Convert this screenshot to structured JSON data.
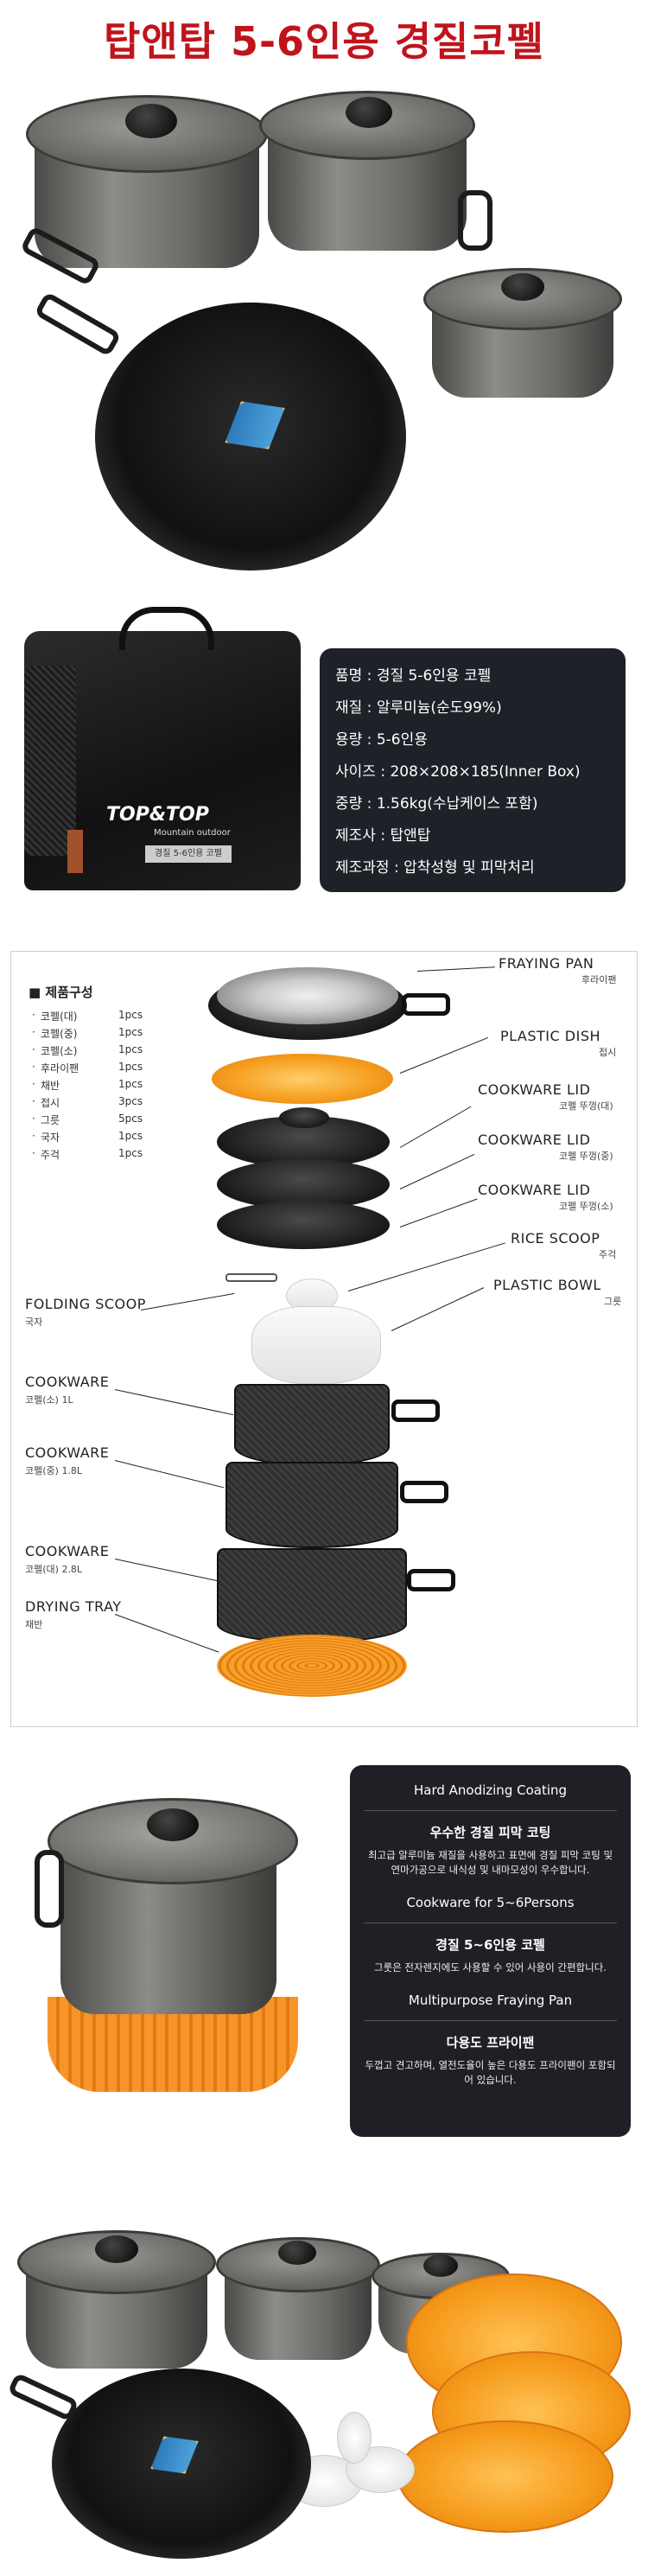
{
  "header": {
    "title": "탑앤탑 5-6인용 경질코펠"
  },
  "bag": {
    "logo": "TOP&TOP",
    "logo_sub": "Mountain outdoor",
    "label": "경질 5-6인용 코펠"
  },
  "specs": [
    "품명 : 경질 5-6인용 코펠",
    "재질 : 알루미늄(순도99%)",
    "용량 : 5-6인용",
    "사이즈 : 208×208×185(Inner Box)",
    "중량 : 1.56kg(수납케이스 포함)",
    "제조사 : 탑앤탑",
    "제조과정 : 압착성형 및 피막처리"
  ],
  "components": {
    "title": "■ 제품구성",
    "items": [
      {
        "bullet": "·",
        "name": "코펠(대)",
        "qty": "1pcs"
      },
      {
        "bullet": "·",
        "name": "코펠(중)",
        "qty": "1pcs"
      },
      {
        "bullet": "·",
        "name": "코펠(소)",
        "qty": "1pcs"
      },
      {
        "bullet": "·",
        "name": "후라이팬",
        "qty": "1pcs"
      },
      {
        "bullet": "·",
        "name": "채반",
        "qty": "1pcs"
      },
      {
        "bullet": "·",
        "name": "접시",
        "qty": "3pcs"
      },
      {
        "bullet": "·",
        "name": "그릇",
        "qty": "5pcs"
      },
      {
        "bullet": "·",
        "name": "국자",
        "qty": "1pcs"
      },
      {
        "bullet": "·",
        "name": "주걱",
        "qty": "1pcs"
      }
    ]
  },
  "callouts": {
    "frying_pan": {
      "title": "FRAYING PAN",
      "sub": "후라이팬"
    },
    "plastic_dish": {
      "title": "PLASTIC DISH",
      "sub": "접시"
    },
    "lid_large": {
      "title": "COOKWARE LID",
      "sub": "코펠 뚜껑(대)"
    },
    "lid_medium": {
      "title": "COOKWARE LID",
      "sub": "코펠 뚜껑(중)"
    },
    "lid_small": {
      "title": "COOKWARE LID",
      "sub": "코펠 뚜껑(소)"
    },
    "rice_scoop": {
      "title": "RICE SCOOP",
      "sub": "주걱"
    },
    "plastic_bowl": {
      "title": "PLASTIC BOWL",
      "sub": "그릇"
    },
    "folding_scoop": {
      "title": "FOLDING SCOOP",
      "sub": "국자"
    },
    "cookware_small": {
      "title": "COOKWARE",
      "sub": "코펠(소) 1L"
    },
    "cookware_medium": {
      "title": "COOKWARE",
      "sub": "코펠(중) 1.8L"
    },
    "cookware_large": {
      "title": "COOKWARE",
      "sub": "코펠(대) 2.8L"
    },
    "drying_tray": {
      "title": "DRYING TRAY",
      "sub": "채반"
    }
  },
  "features": {
    "coating_en": "Hard Anodizing Coating",
    "coating_ko": "우수한 경질 피막 코팅",
    "coating_text": "최고급 알루미늄 재질을 사용하고 표면에 경질 피막 코팅 및 연마가공으로 내식성 및 내마모성이 우수합니다.",
    "persons_en": "Cookware for 5~6Persons",
    "persons_ko": "경질 5~6인용 코펠",
    "persons_text": "그룻은 전자렌지에도 사용할 수 있어 사용이 간편합니다.",
    "pan_en": "Multipurpose Fraying Pan",
    "pan_ko": "다용도 프라이팬",
    "pan_text": "두껍고 견고하며, 열전도율이 높은 다용도 프라이팬이 포함되어 있습니다."
  },
  "colors": {
    "title_red": "#c0141c",
    "panel_dark": "#1f2128",
    "orange": "#f6a021"
  }
}
